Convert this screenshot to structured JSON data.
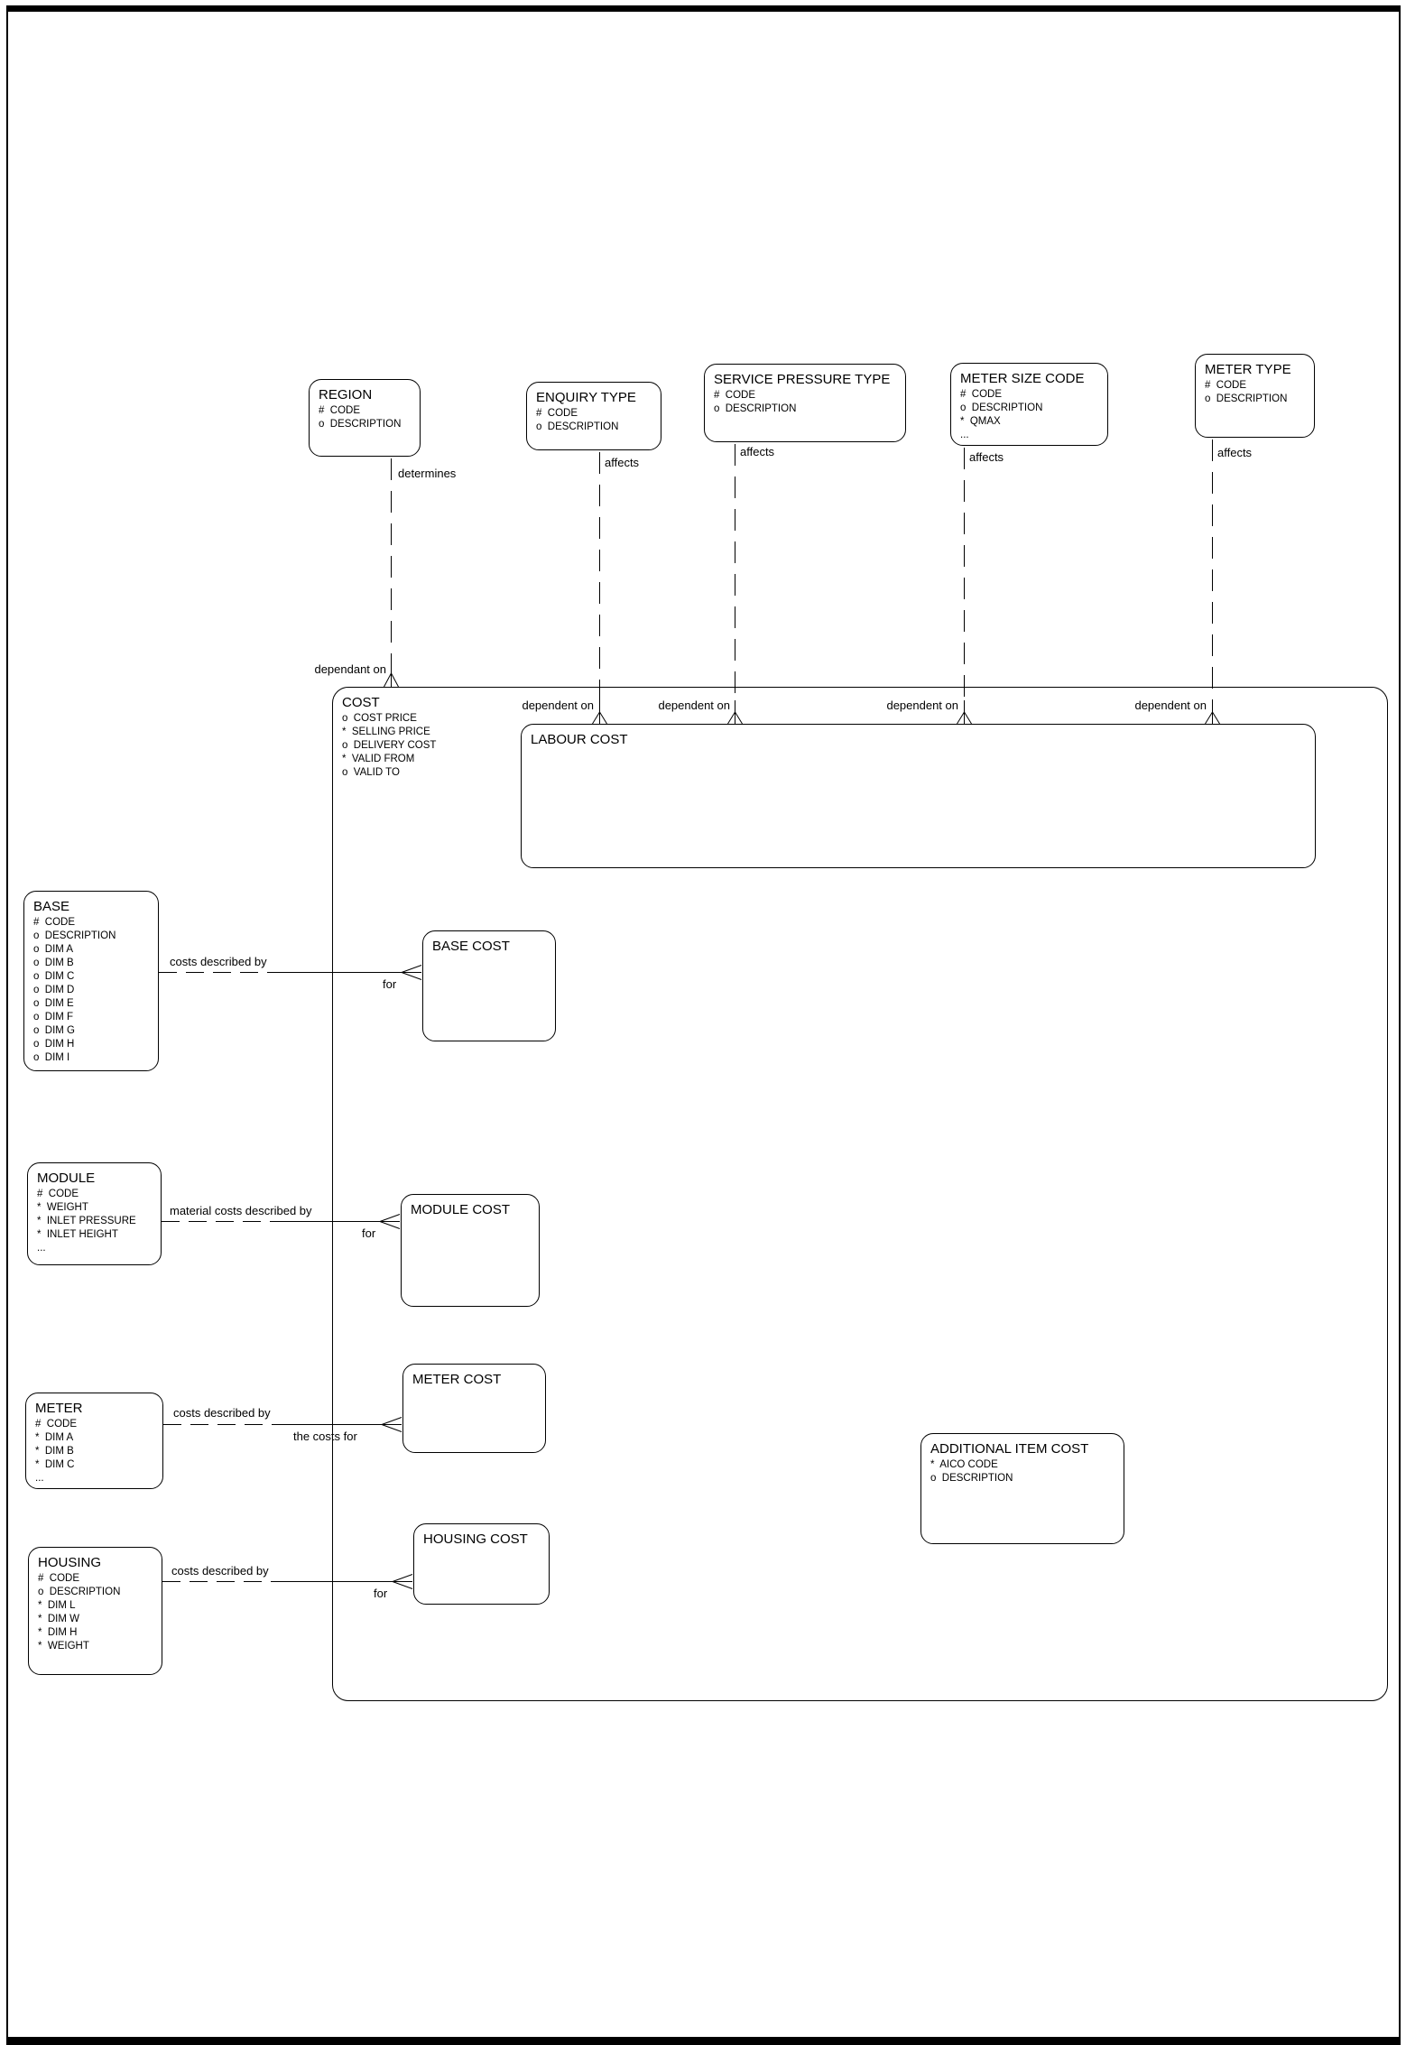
{
  "colors": {
    "background": "#ffffff",
    "line": "#000000",
    "text": "#000000"
  },
  "entities": {
    "region": {
      "title": "REGION",
      "attrs": [
        "#  CODE",
        "o  DESCRIPTION"
      ]
    },
    "enquiry_type": {
      "title": "ENQUIRY TYPE",
      "attrs": [
        "#  CODE",
        "o  DESCRIPTION"
      ]
    },
    "service_pressure_type": {
      "title": "SERVICE PRESSURE TYPE",
      "attrs": [
        "#  CODE",
        "o  DESCRIPTION"
      ]
    },
    "meter_size_code": {
      "title": "METER SIZE CODE",
      "attrs": [
        "#  CODE",
        "o  DESCRIPTION",
        "*  QMAX",
        "..."
      ]
    },
    "meter_type": {
      "title": "METER TYPE",
      "attrs": [
        "#  CODE",
        "o  DESCRIPTION"
      ]
    },
    "cost": {
      "title": "COST",
      "attrs": [
        "o  COST PRICE",
        "*  SELLING PRICE",
        "o  DELIVERY COST",
        "*  VALID FROM",
        "o  VALID TO"
      ]
    },
    "labour_cost": {
      "title": "LABOUR COST"
    },
    "base": {
      "title": "BASE",
      "attrs": [
        "#  CODE",
        "o  DESCRIPTION",
        "o  DIM A",
        "o  DIM B",
        "o  DIM C",
        "o  DIM D",
        "o  DIM E",
        "o  DIM F",
        "o  DIM G",
        "o  DIM H",
        "o  DIM I"
      ]
    },
    "base_cost": {
      "title": "BASE COST"
    },
    "module": {
      "title": "MODULE",
      "attrs": [
        "#  CODE",
        "*  WEIGHT",
        "*  INLET PRESSURE",
        "*  INLET HEIGHT",
        "..."
      ]
    },
    "module_cost": {
      "title": "MODULE COST"
    },
    "meter": {
      "title": "METER",
      "attrs": [
        "#  CODE",
        "*  DIM A",
        "*  DIM B",
        "*  DIM C",
        "..."
      ]
    },
    "meter_cost": {
      "title": "METER COST"
    },
    "housing": {
      "title": "HOUSING",
      "attrs": [
        "#  CODE",
        "o  DESCRIPTION",
        "*  DIM L",
        "*  DIM W",
        "*  DIM H",
        "*  WEIGHT"
      ]
    },
    "housing_cost": {
      "title": "HOUSING COST"
    },
    "additional_item_cost": {
      "title": "ADDITIONAL ITEM COST",
      "attrs": [
        "*  AICO CODE",
        "o  DESCRIPTION"
      ]
    }
  },
  "relationships": {
    "region_cost": {
      "from_label": "determines",
      "to_label": "dependant on"
    },
    "enquiry_labour": {
      "from_label": "affects",
      "to_label": "dependent on"
    },
    "service_labour": {
      "from_label": "affects",
      "to_label": "dependent on"
    },
    "metersize_labour": {
      "from_label": "affects",
      "to_label": "dependent on"
    },
    "metertype_labour": {
      "from_label": "affects",
      "to_label": "dependent on"
    },
    "base_basecost": {
      "from_label": "costs described by",
      "to_label": "for"
    },
    "module_modulecost": {
      "from_label": "material costs described by",
      "to_label": "for"
    },
    "meter_metercost": {
      "from_label": "costs described by",
      "to_label": "the costs for"
    },
    "housing_housingcost": {
      "from_label": "costs described by",
      "to_label": "for"
    }
  }
}
